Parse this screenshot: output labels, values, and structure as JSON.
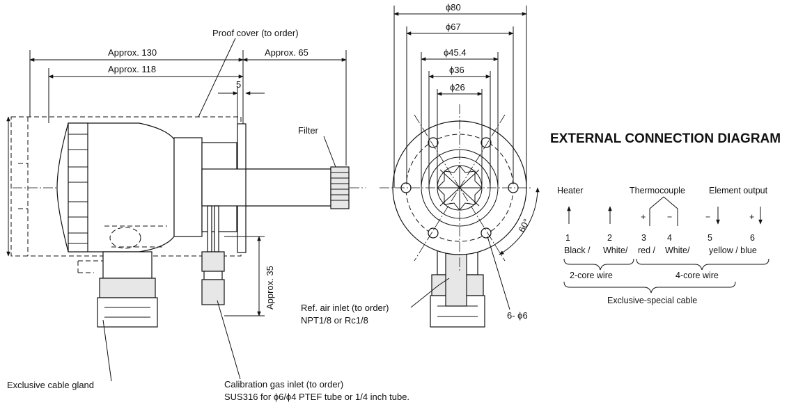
{
  "side_view": {
    "proof_cover": "Proof cover (to order)",
    "approx_130": "Approx. 130",
    "approx_118": "Approx. 118",
    "approx_65": "Approx. 65",
    "dim_5": "5",
    "filter": "Filter",
    "approx_35": "Approx. 35",
    "cable_gland": "Exclusive cable gland",
    "cal_gas_line1": "Calibration gas inlet (to order)",
    "cal_gas_line2": "SUS316 for ϕ6/ϕ4 PTEF tube or 1/4 inch tube."
  },
  "front_view": {
    "d80": "ϕ80",
    "d67": "ϕ67",
    "d45": "ϕ45.4",
    "d36": "ϕ36",
    "d26": "ϕ26",
    "angle": "60°",
    "holes": "6- ϕ6",
    "ref_air_line1": "Ref. air inlet (to order)",
    "ref_air_line2": "NPT1/8 or Rc1/8"
  },
  "connection": {
    "title": "EXTERNAL CONNECTION DIAGRAM",
    "heater": "Heater",
    "thermocouple": "Thermocouple",
    "element_output": "Element output",
    "plus": "+",
    "minus": "−",
    "terminals": [
      "1",
      "2",
      "3",
      "4",
      "5",
      "6"
    ],
    "colors": {
      "t1": "Black /",
      "t2": "White/",
      "t3": "red /",
      "t4": "White/",
      "t56": "yellow / blue"
    },
    "two_core": "2-core wire",
    "four_core": "4-core wire",
    "cable": "Exclusive-special cable"
  }
}
